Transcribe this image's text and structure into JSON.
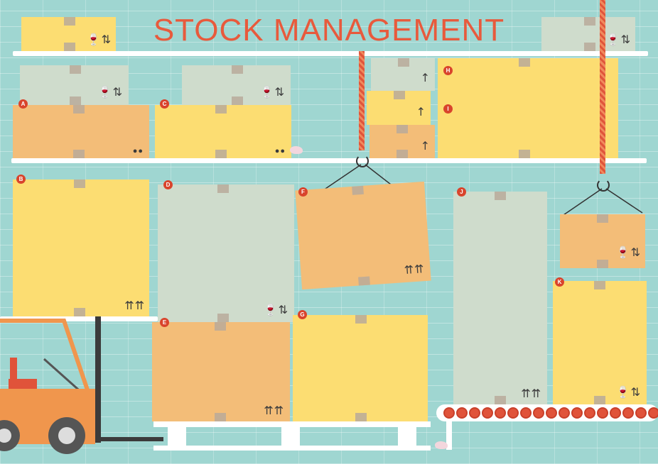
{
  "title": "STOCK MANAGEMENT",
  "labels": {
    "a": "A",
    "b": "B",
    "c": "C",
    "d": "D",
    "e": "E",
    "f": "F",
    "g": "G",
    "h": "H",
    "i": "I",
    "j": "J",
    "k": "K"
  },
  "colors": {
    "background": "#9fd6d1",
    "title": "#e85a3c",
    "box_yellow": "#fcdd72",
    "box_orange": "#f3bd78",
    "box_grey": "#cfdccc",
    "forklift": "#f0964d"
  },
  "icons": [
    "fragile-glass-icon",
    "this-way-up-arrows-icon",
    "hook-icon",
    "rope-icon",
    "mouse-icon",
    "forklift-icon",
    "conveyor-roller-icon"
  ]
}
